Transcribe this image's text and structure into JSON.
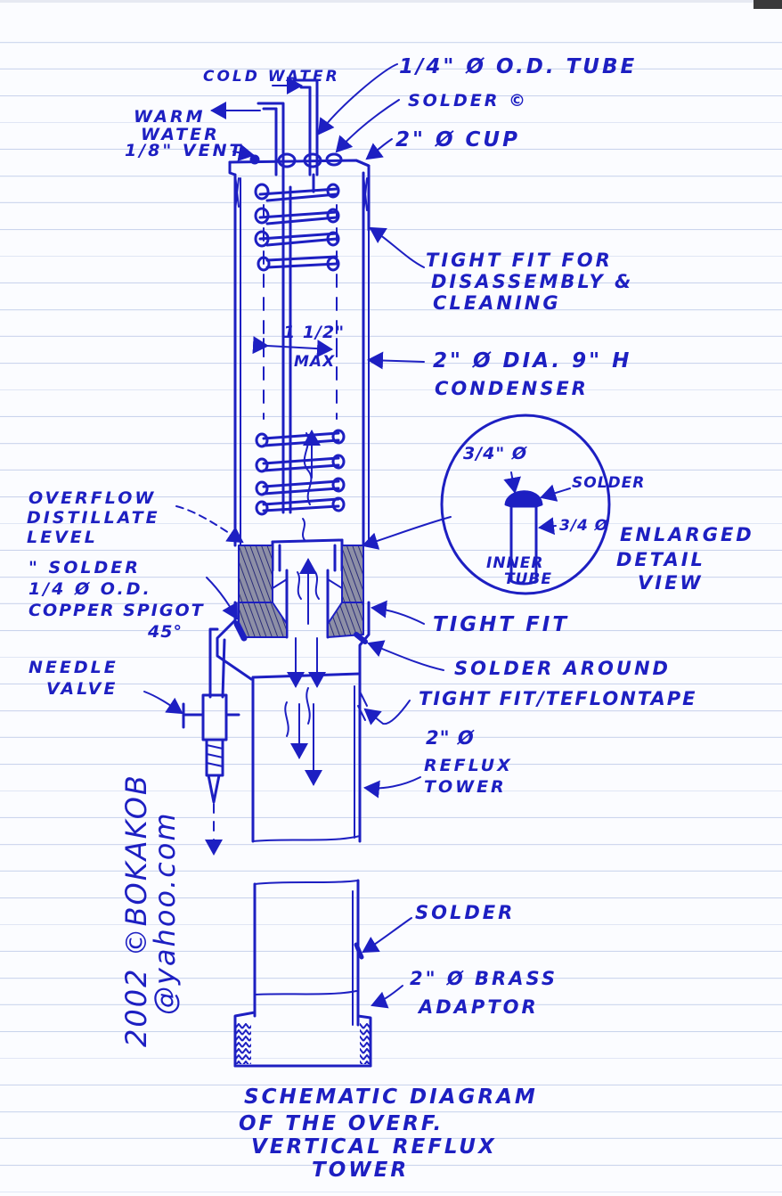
{
  "labels": {
    "cold_water": "COLD WATER",
    "tube_od": "1/4\" Ø O.D. TUBE",
    "solder_c": "SOLDER ©",
    "warm": "WARM",
    "water": "WATER",
    "vent": "1/8\" VENT",
    "cup": "2\" Ø CUP",
    "tight_fit_1": "TIGHT FIT FOR",
    "tight_fit_2": "DISASSEMBLY &",
    "tight_fit_3": "CLEANING",
    "spacing": "1 1/2\"",
    "max": "MAX",
    "condenser_1": "2\" Ø DIA. 9\" H",
    "condenser_2": "CONDENSER",
    "detail_dia": "3/4\" Ø",
    "detail_solder": "SOLDER",
    "detail_inner_dia": "3/4 Ø",
    "inner_tube_1": "INNER",
    "inner_tube_2": "TUBE",
    "enlarged_1": "ENLARGED",
    "enlarged_2": "DETAIL",
    "enlarged_3": "VIEW",
    "overflow_1": "OVERFLOW",
    "overflow_2": "DISTILLATE",
    "overflow_3": "LEVEL",
    "spigot_1": "\" SOLDER",
    "spigot_2": "1/4 Ø O.D.",
    "spigot_3": "COPPER SPIGOT",
    "angle": "45°",
    "tight_fit": "TIGHT FIT",
    "needle_1": "NEEDLE",
    "needle_2": "VALVE",
    "solder_around": "SOLDER AROUND",
    "teflon": "TIGHT FIT/TEFLONTAPE",
    "reflux_1": "2\" Ø",
    "reflux_2": "REFLUX",
    "reflux_3": "TOWER",
    "solder_bottom": "SOLDER",
    "brass_1": "2\" Ø BRASS",
    "brass_2": "ADAPTOR",
    "caption_1": "SCHEMATIC DIAGRAM",
    "caption_2": "OF THE OVERF.",
    "caption_3": "VERTICAL REFLUX",
    "caption_4": "TOWER",
    "credit_1": "2002 ©BOKAKOB",
    "credit_2": "@yahoo.com"
  },
  "colors": {
    "ink": "#1d1fc2",
    "paper": "#fbfcff",
    "rule": "#c9d3ec"
  }
}
